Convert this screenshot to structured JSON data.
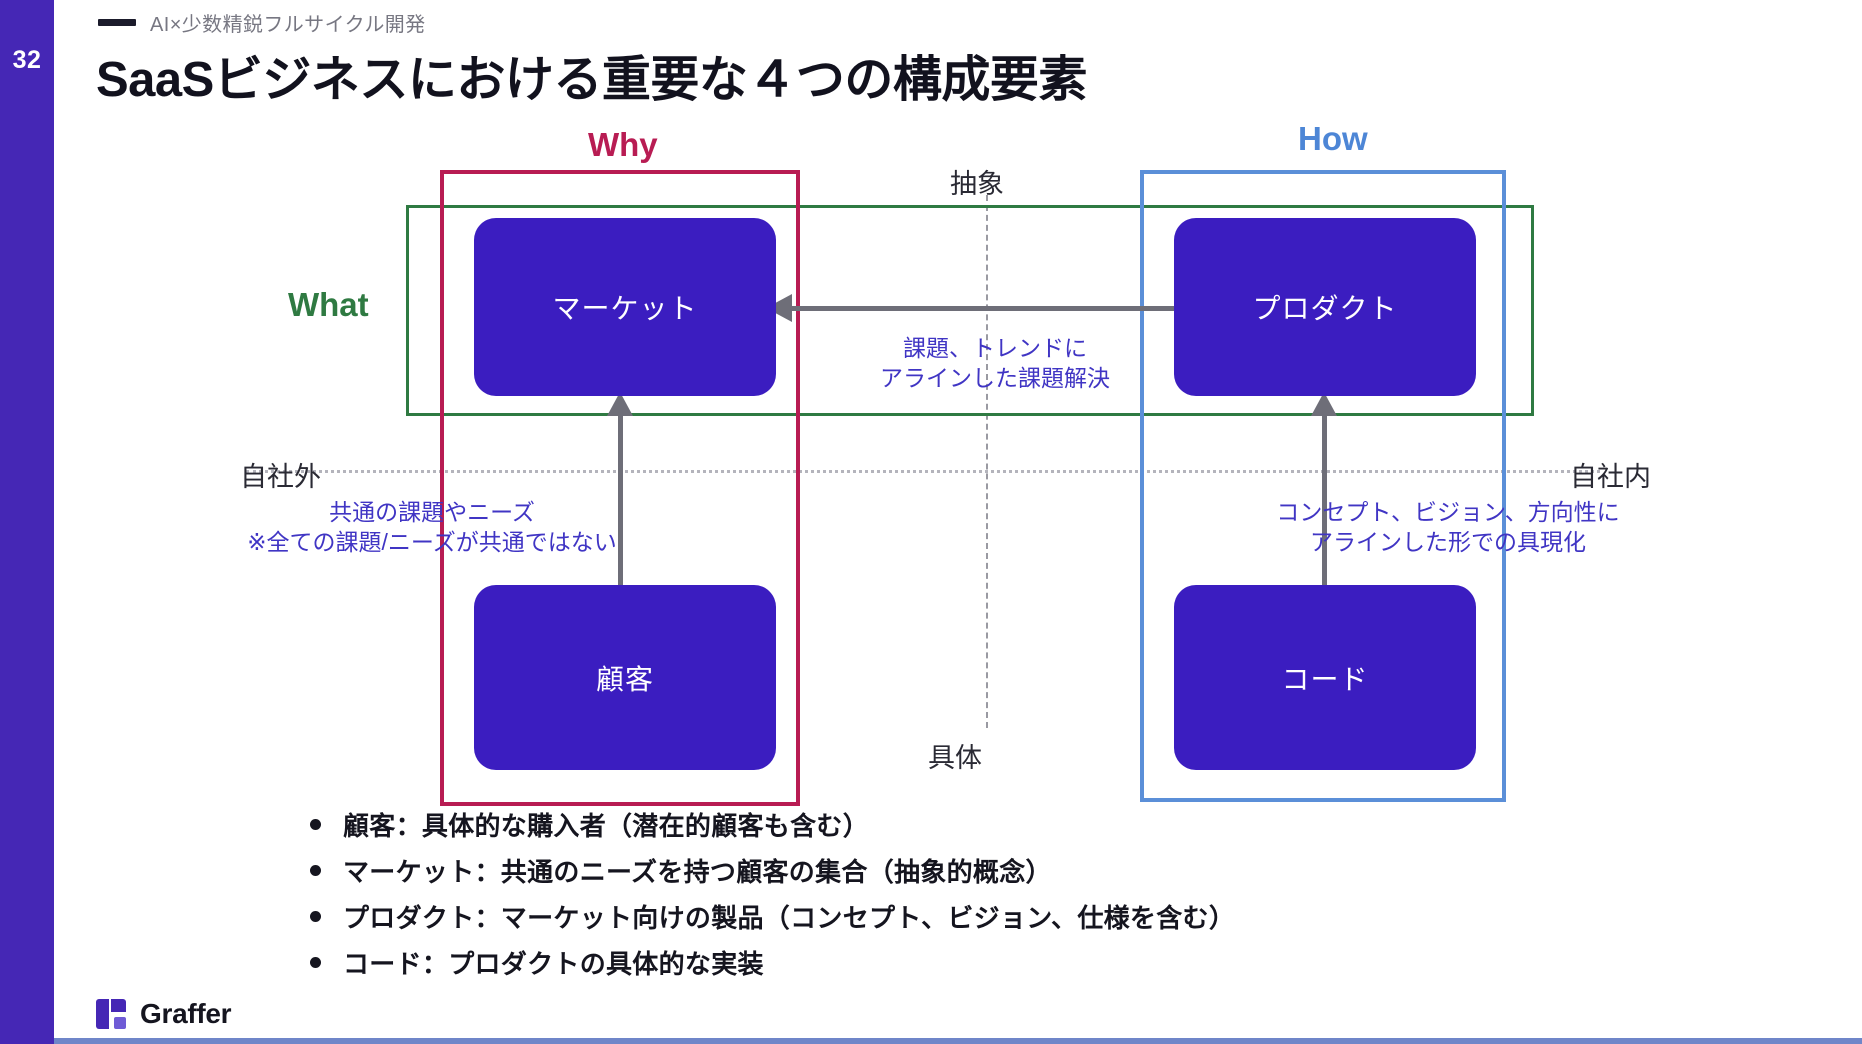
{
  "slide": {
    "number": "32",
    "eyebrow": "AI×少数精鋭フルサイクル開発",
    "title": "SaaSビジネスにおける重要な４つの構成要素"
  },
  "colors": {
    "rail": "#4527B5",
    "node": "#3B1DC0",
    "why": "#B81C53",
    "how": "#4D86D6",
    "what": "#2F7A42",
    "annotation": "#4035C4",
    "arrow": "#6E6E78",
    "footer_bar": "#6F86C9"
  },
  "diagram": {
    "frames": [
      {
        "key": "why",
        "label": "Why"
      },
      {
        "key": "how",
        "label": "How"
      },
      {
        "key": "what",
        "label": "What"
      }
    ],
    "axes": {
      "abstract": "抽象",
      "concrete": "具体",
      "outside": "自社外",
      "inside": "自社内"
    },
    "nodes": [
      {
        "key": "market",
        "label": "マーケット"
      },
      {
        "key": "product",
        "label": "プロダクト"
      },
      {
        "key": "customer",
        "label": "顧客"
      },
      {
        "key": "code",
        "label": "コード"
      }
    ],
    "annotations": {
      "middle": "課題、トレンドに\nアラインした課題解決",
      "left": "共通の課題やニーズ\n※全ての課題/ニーズが共通ではない",
      "right": "コンセプト、ビジョン、方向性に\nアラインした形での具現化"
    }
  },
  "bullets": [
    "顧客：具体的な購入者（潜在的顧客も含む）",
    "マーケット：共通のニーズを持つ顧客の集合（抽象的概念）",
    "プロダクト：マーケット向けの製品（コンセプト、ビジョン、仕様を含む）",
    "コード：プロダクトの具体的な実装"
  ],
  "footer": {
    "brand": "Graffer"
  }
}
